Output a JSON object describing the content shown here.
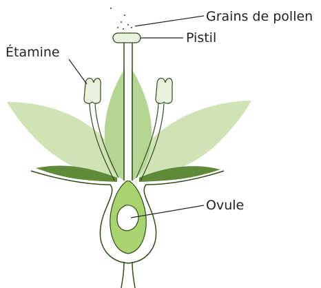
{
  "diagram": {
    "labels": {
      "pollen": "Grains de pollen",
      "pistil": "Pistil",
      "stamen": "Étamine",
      "ovule": "Ovule"
    },
    "colors": {
      "petal_light": "#cfe3b4",
      "petal_mid": "#b5d594",
      "sepal_dark": "#5f8a3a",
      "ovary_fill": "#a9d36f",
      "outline": "#2f4a19",
      "label_text": "#222222"
    }
  }
}
